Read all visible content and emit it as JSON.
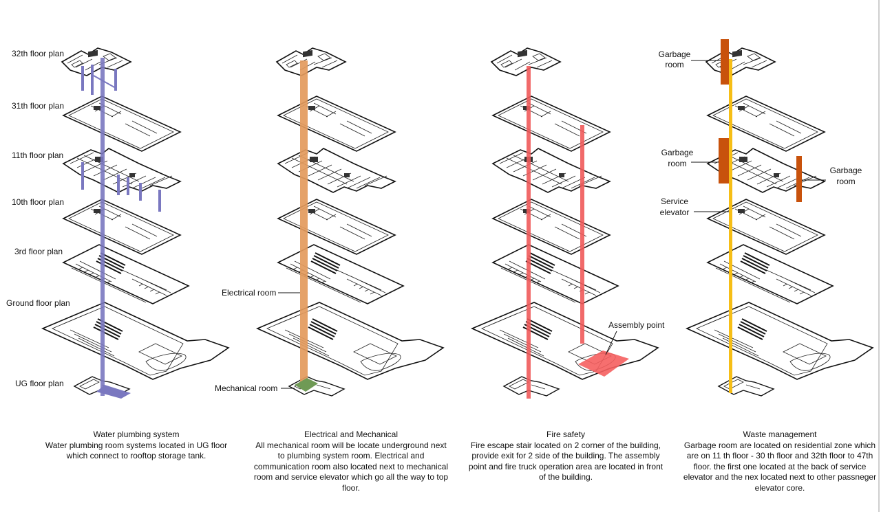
{
  "colors": {
    "plumbing": "#7a78c0",
    "electrical": "#e39a5c",
    "mechanical": "#6f9a55",
    "fire": "#f05a5a",
    "assembly": "#f55f5f",
    "garbage": "#c8520c",
    "elevator": "#f6be16"
  },
  "floor_labels": [
    "32th floor plan",
    "31th floor plan",
    "11th floor plan",
    "10th floor plan",
    "3rd floor plan",
    "Ground floor plan",
    "UG floor plan"
  ],
  "panels": [
    {
      "id": "plumbing",
      "title": "Water plumbing system",
      "description": "Water plumbing room systems located in UG floor which connect to rooftop storage tank."
    },
    {
      "id": "electrical",
      "title": "Electrical and Mechanical",
      "description": "All mechanical room will be locate underground next to plumbing system room. Electrical and communication room also located next to mechanical room and service elevator which go all the way to top floor.",
      "callouts": {
        "electrical_room": "Electrical room",
        "mechanical_room": "Mechanical room"
      }
    },
    {
      "id": "fire",
      "title": "Fire safety",
      "description": "Fire escape stair located on 2 corner of the building, provide exit for 2 side of the building. The assembly point and fire truck operation area are located in front of the building.",
      "callouts": {
        "assembly_point": "Assembly point"
      }
    },
    {
      "id": "waste",
      "title": "Waste management",
      "description": "Garbage room are located on residential zone which are on 11 th floor - 30 th floor and 32th floor to 47th floor. the first one located at the back of service elevator and the nex located next to other passneger elevator core.",
      "callouts": {
        "garbage_1": [
          "Garbage",
          "room"
        ],
        "garbage_2": [
          "Garbage",
          "room"
        ],
        "garbage_3": [
          "Garbage",
          "room"
        ],
        "service_elevator": [
          "Service",
          "elevator"
        ]
      }
    }
  ]
}
